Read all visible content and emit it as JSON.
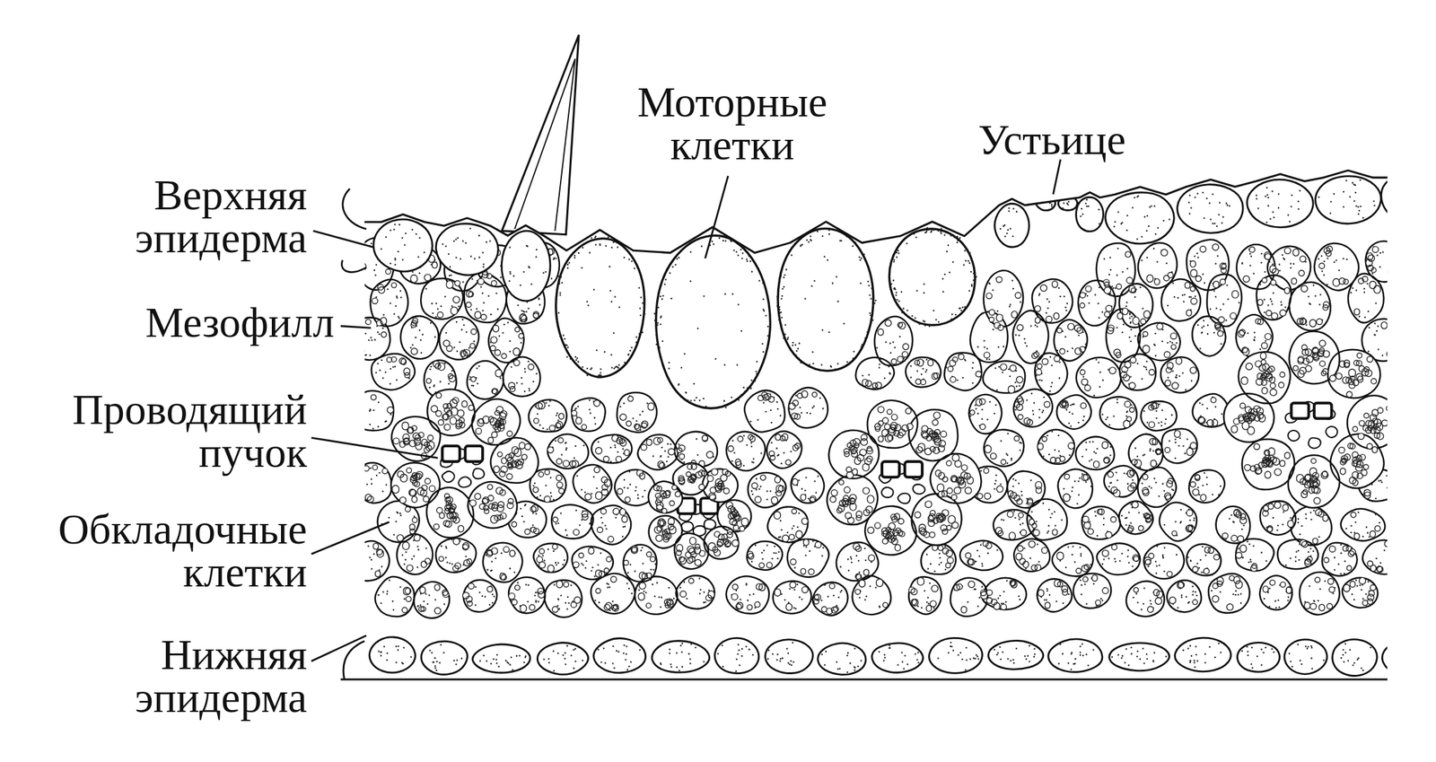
{
  "diagram": {
    "labels": [
      "Моторные клетки",
      "Устьице",
      "Верхняя эпидерма",
      "Мезофилл",
      "Проводящий пучок",
      "Обкладочные клетки",
      "Нижняя эпидерма"
    ]
  }
}
